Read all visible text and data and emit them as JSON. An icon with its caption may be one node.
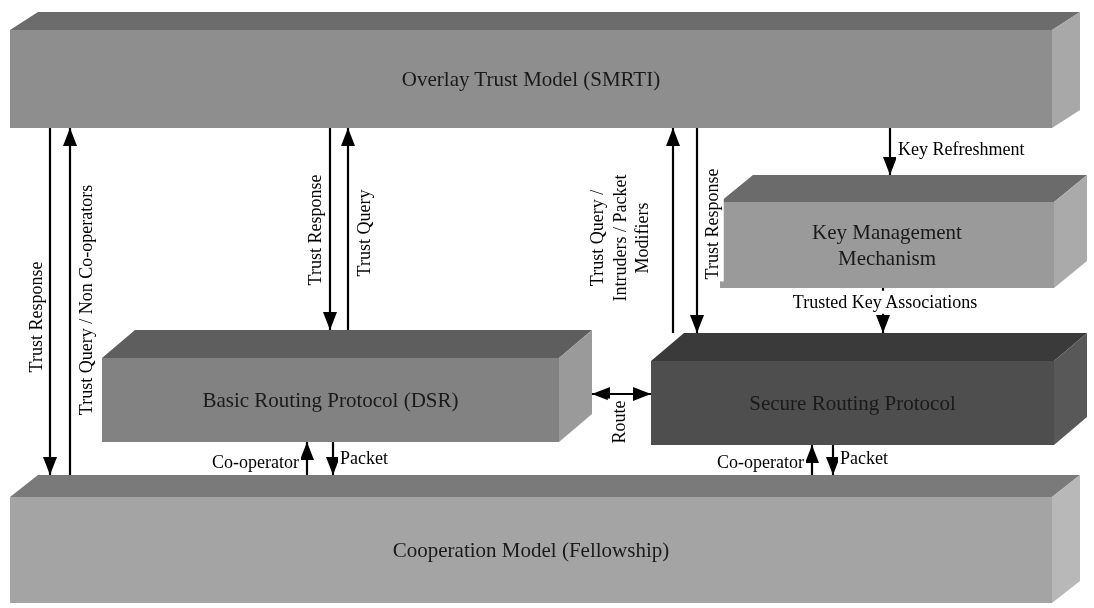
{
  "diagram": {
    "nodes": [
      {
        "text": [
          "Overlay Trust Model (SMRTI)"
        ]
      },
      {
        "text": [
          "Key Management Mechanism"
        ]
      },
      {
        "text": [
          "Basic Routing Protocol (DSR)"
        ]
      },
      {
        "text": [
          "Secure Routing Protocol"
        ]
      },
      {
        "text": [
          "Cooperation Model (Fellowship)"
        ]
      }
    ],
    "edges": [
      {
        "from": 0,
        "to": 4,
        "arrow": "to",
        "label": "Trust Response"
      },
      {
        "from": 4,
        "to": 0,
        "arrow": "to",
        "label": "Trust Query / Non Co-operators"
      },
      {
        "from": 0,
        "to": 2,
        "arrow": "to",
        "label": "Trust Response"
      },
      {
        "from": 2,
        "to": 0,
        "arrow": "to",
        "label": "Trust Query"
      },
      {
        "from": 3,
        "to": 0,
        "arrow": "to",
        "label": "Trust Query / Intruders / Packet Modifiers"
      },
      {
        "from": 0,
        "to": 3,
        "arrow": "to",
        "label": "Trust Response"
      },
      {
        "from": 0,
        "to": 1,
        "arrow": "to",
        "label": "Key Refreshment"
      },
      {
        "from": 1,
        "to": 3,
        "arrow": "to",
        "label": "Trusted Key Associations"
      },
      {
        "from": 2,
        "to": 3,
        "arrow": "both",
        "label": "Route"
      },
      {
        "from": 4,
        "to": 2,
        "arrow": "to",
        "label": "Co-operator"
      },
      {
        "from": 2,
        "to": 4,
        "arrow": "to",
        "label": "Packet"
      },
      {
        "from": 4,
        "to": 3,
        "arrow": "to",
        "label": "Co-operator"
      },
      {
        "from": 3,
        "to": 4,
        "arrow": "to",
        "label": "Packet"
      }
    ]
  }
}
